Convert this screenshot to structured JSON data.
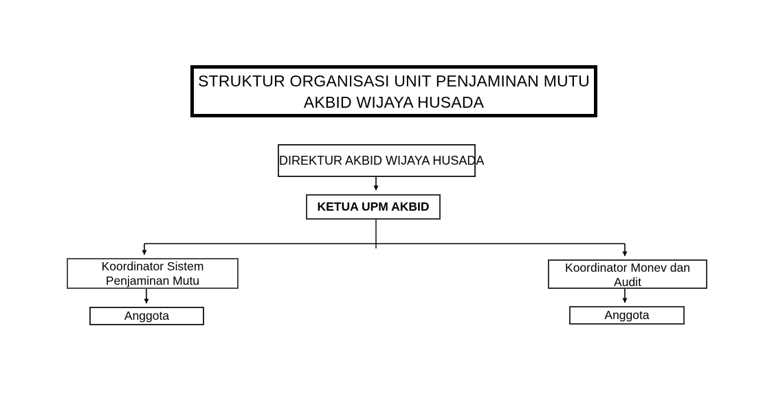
{
  "title": {
    "line1": "STRUKTUR ORGANISASI UNIT PENJAMINAN MUTU",
    "line2": "AKBID WIJAYA HUSADA"
  },
  "nodes": {
    "direktur": {
      "label": "DIREKTUR AKBID WIJAYA HUSADA"
    },
    "ketua": {
      "label": "KETUA UPM AKBID"
    },
    "koordinator_sistem": {
      "line1": "Koordinator Sistem",
      "line2": "Penjaminan Mutu"
    },
    "koordinator_monev": {
      "line1": "Koordinator Monev dan",
      "line2": "Audit"
    },
    "anggota_kiri": {
      "label": "Anggota"
    },
    "anggota_kanan": {
      "label": "Anggota"
    }
  },
  "edges": [
    {
      "from": "direktur",
      "to": "ketua"
    },
    {
      "from": "ketua",
      "to": "koordinator_sistem"
    },
    {
      "from": "ketua",
      "to": "koordinator_monev"
    },
    {
      "from": "koordinator_sistem",
      "to": "anggota_kiri"
    },
    {
      "from": "koordinator_monev",
      "to": "anggota_kanan"
    }
  ],
  "colors": {
    "background": "#ffffff",
    "border": "#000000",
    "text": "#000000",
    "line": "#000000"
  }
}
